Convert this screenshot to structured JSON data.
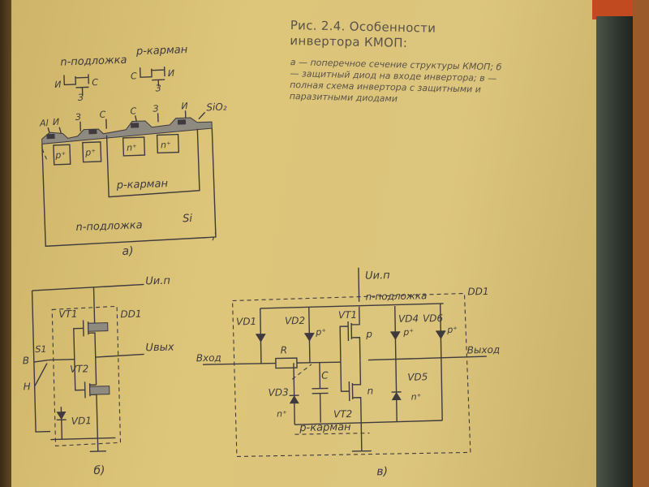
{
  "caption": {
    "title": "Рис. 2.4. Особенности инвертора КМОП:",
    "description": "а — поперечное сечение структуры КМОП; б — защитный диод на входе инвертора; в — полная схема инвертора с защитными и паразитными диодами"
  },
  "figure_a": {
    "label_n_substrate_top": "n-подложка",
    "label_p_pocket_top": "p-карман",
    "sym_n": {
      "s1": "И",
      "s2": "С",
      "gate": "З"
    },
    "sym_p": {
      "s1": "С",
      "s2": "И",
      "gate": "З"
    },
    "electrodes": [
      "Al",
      "И",
      "З",
      "С",
      "С",
      "З",
      "И"
    ],
    "oxide": "SiO₂",
    "diffusions": [
      "p⁺",
      "p⁺",
      "n⁺",
      "n⁺"
    ],
    "p_pocket": "p-карман",
    "substrate": "n-подложка",
    "si": "Si",
    "caption": "а)"
  },
  "figure_b": {
    "supply": "Uи.п",
    "vt1": "VT1",
    "vt2": "VT2",
    "dd1": "DD1",
    "output": "Uвых",
    "b": "В",
    "s1": "S1",
    "h": "Н",
    "vd1": "VD1",
    "caption": "б)"
  },
  "figure_v": {
    "supply": "Uи.п",
    "n_substrate": "n-подложка",
    "dd1": "DD1",
    "vd1": "VD1",
    "vd2": "VD2",
    "vt1": "VT1",
    "vd4": "VD4",
    "vd6": "VD6",
    "p_plus_1": "p⁺",
    "p": "p",
    "p_plus_2": "p⁺",
    "p_plus_3": "p⁺",
    "input": "Вход",
    "output": "Выход",
    "r": "R",
    "c": "C",
    "vd3": "VD3",
    "vd5": "VD5",
    "n_plus_1": "n⁺",
    "n_plus_2": "n⁺",
    "vt2": "VT2",
    "n": "n",
    "p_pocket": "p-карман",
    "caption": "в)"
  }
}
